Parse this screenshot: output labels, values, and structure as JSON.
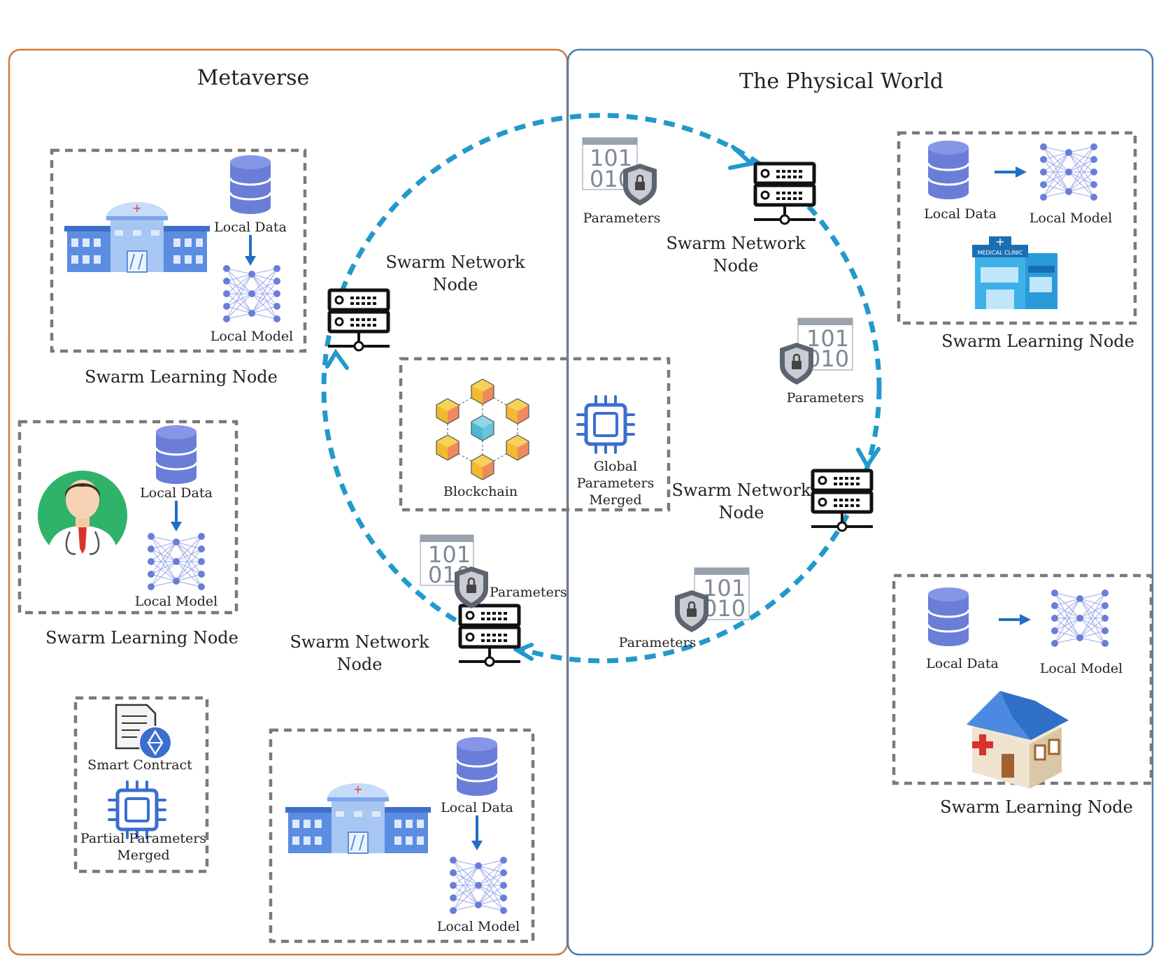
{
  "regions": {
    "metaverse": {
      "title": "Metaverse",
      "border_color": "#d07a3a"
    },
    "physical": {
      "title": "The Physical World",
      "border_color": "#4a7fb0"
    }
  },
  "ring_color": "#2299cc",
  "labels": {
    "local_data": "Local Data",
    "local_model": "Local Model",
    "swarm_learning_node": "Swarm Learning Node",
    "swarm_network_node_line1": "Swarm Network",
    "swarm_network_node_line2": "Node",
    "parameters": "Parameters",
    "blockchain": "Blockchain",
    "global_merged_line1": "Global",
    "global_merged_line2": "Parameters",
    "global_merged_line3": "Merged",
    "smart_contract": "Smart Contract",
    "partial_merged_line1": "Partial Parameters",
    "partial_merged_line2": "Merged",
    "binary_line1": "101",
    "binary_line2": "010",
    "clinic_sign": "MEDICAL CLINIC"
  },
  "icons": {
    "database": "database-icon",
    "neural_network": "neural-network-icon",
    "server": "server-icon",
    "parameters": "parameters-icon",
    "hospital": "hospital-icon",
    "doctor": "doctor-avatar-icon",
    "clinic": "clinic-icon",
    "house": "house-clinic-icon",
    "blockchain": "blockchain-icon",
    "chip": "chip-icon",
    "smart_contract": "smart-contract-icon"
  }
}
